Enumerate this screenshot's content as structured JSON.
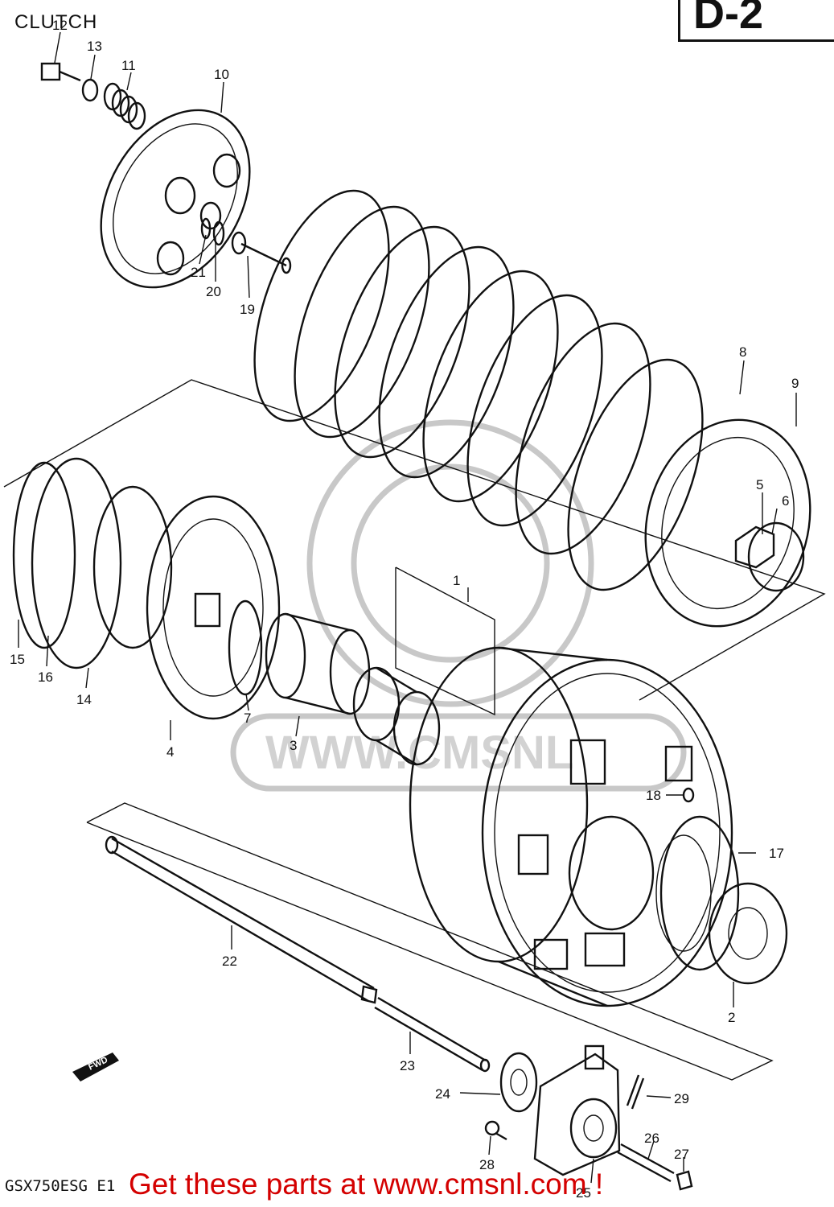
{
  "title": "CLUTCH",
  "corner_code": "D-2",
  "model": "GSX750ESG E1",
  "promo": "Get these parts at www.cmsnl.com !",
  "fwd_label": "FWD",
  "watermark_text": "WWW.CMSNL",
  "parts": [
    "1",
    "2",
    "3",
    "4",
    "5",
    "6",
    "7",
    "8",
    "9",
    "10",
    "11",
    "12",
    "13",
    "14",
    "15",
    "16",
    "17",
    "18",
    "19",
    "20",
    "21",
    "22",
    "23",
    "24",
    "25",
    "26",
    "27",
    "28",
    "29"
  ],
  "colors": {
    "line": "#111111",
    "promo": "#d40000",
    "watermark": "#c8c8c8"
  }
}
